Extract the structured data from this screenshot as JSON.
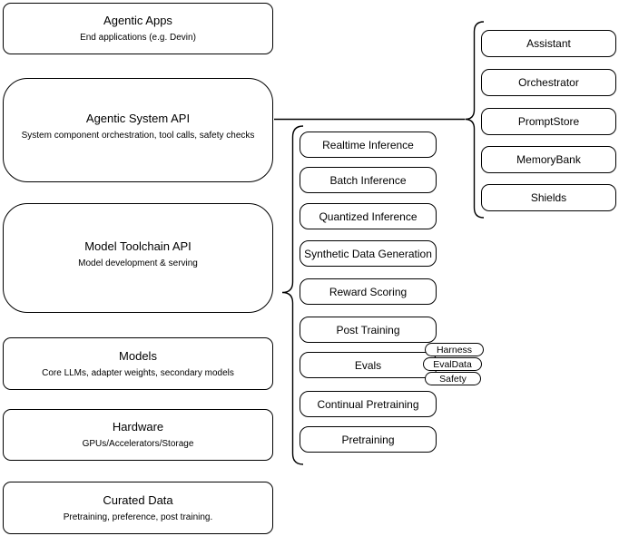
{
  "diagram": {
    "left_stack": [
      {
        "title": "Agentic Apps",
        "subtitle": "End applications (e.g. Devin)"
      },
      {
        "title": "Agentic System API",
        "subtitle": "System component orchestration, tool calls, safety checks"
      },
      {
        "title": "Model Toolchain API",
        "subtitle": "Model development & serving"
      },
      {
        "title": "Models",
        "subtitle": "Core LLMs, adapter weights, secondary models"
      },
      {
        "title": "Hardware",
        "subtitle": "GPUs/Accelerators/Storage"
      },
      {
        "title": "Curated Data",
        "subtitle": "Pretraining, preference, post training."
      }
    ],
    "toolchain_items": [
      "Realtime Inference",
      "Batch Inference",
      "Quantized Inference",
      "Synthetic Data Generation",
      "Reward Scoring",
      "Post Training",
      "Evals",
      "Continual Pretraining",
      "Pretraining"
    ],
    "evals_tags": [
      "Harness",
      "EvalData",
      "Safety"
    ],
    "system_items": [
      "Assistant",
      "Orchestrator",
      "PromptStore",
      "MemoryBank",
      "Shields"
    ],
    "colors": {
      "line": "#000000",
      "fill": "#ffffff",
      "text": "#000000"
    }
  }
}
